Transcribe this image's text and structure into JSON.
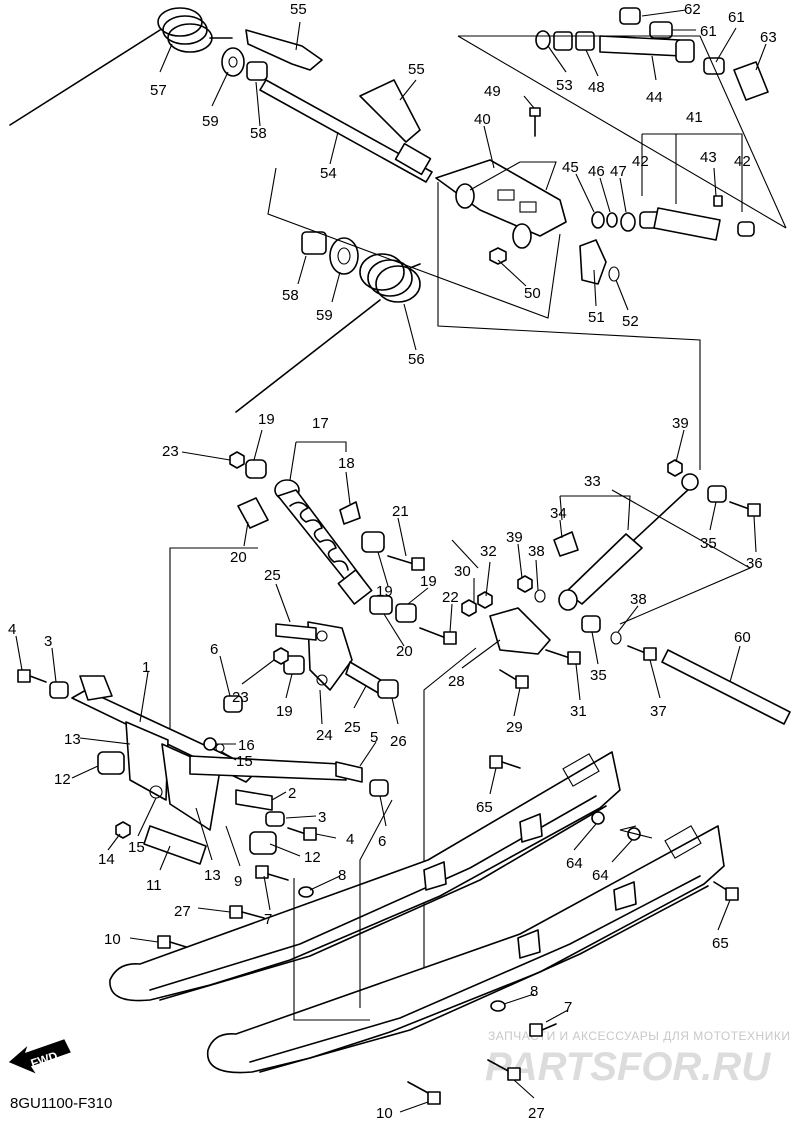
{
  "diagram_code": "8GU1100-F310",
  "fwd_label": "FWD",
  "watermark": {
    "line1": "ЗАПЧАСТИ И АКСЕССУАРЫ ДЛЯ МОТОТЕХНИКИ",
    "line2": "PARTSFOR.RU"
  },
  "callouts": {
    "c1": "1",
    "c2": "2",
    "c3a": "3",
    "c3b": "3",
    "c4a": "4",
    "c4b": "4",
    "c5": "5",
    "c6a": "6",
    "c6b": "6",
    "c7a": "7",
    "c7b": "7",
    "c8a": "8",
    "c8b": "8",
    "c9": "9",
    "c10a": "10",
    "c10b": "10",
    "c11": "11",
    "c12a": "12",
    "c12b": "12",
    "c13a": "13",
    "c13b": "13",
    "c14": "14",
    "c15a": "15",
    "c15b": "15",
    "c16": "16",
    "c17": "17",
    "c18": "18",
    "c19a": "19",
    "c19b": "19",
    "c19c": "19",
    "c19d": "19",
    "c20a": "20",
    "c20b": "20",
    "c21": "21",
    "c22": "22",
    "c23a": "23",
    "c23b": "23",
    "c24": "24",
    "c25a": "25",
    "c25b": "25",
    "c26": "26",
    "c27a": "27",
    "c27b": "27",
    "c28": "28",
    "c29": "29",
    "c30": "30",
    "c31": "31",
    "c32": "32",
    "c33": "33",
    "c34": "34",
    "c35a": "35",
    "c35b": "35",
    "c36": "36",
    "c37": "37",
    "c38a": "38",
    "c38b": "38",
    "c39a": "39",
    "c39b": "39",
    "c40": "40",
    "c41": "41",
    "c42a": "42",
    "c42b": "42",
    "c43": "43",
    "c44": "44",
    "c45": "45",
    "c46": "46",
    "c47": "47",
    "c48": "48",
    "c49": "49",
    "c50": "50",
    "c51": "51",
    "c52": "52",
    "c53": "53",
    "c54": "54",
    "c55a": "55",
    "c55b": "55",
    "c56": "56",
    "c57": "57",
    "c58a": "58",
    "c58b": "58",
    "c59a": "59",
    "c59b": "59",
    "c60": "60",
    "c61a": "61",
    "c61b": "61",
    "c62": "62",
    "c63": "63",
    "c64a": "64",
    "c64b": "64",
    "c65a": "65",
    "c65b": "65"
  }
}
